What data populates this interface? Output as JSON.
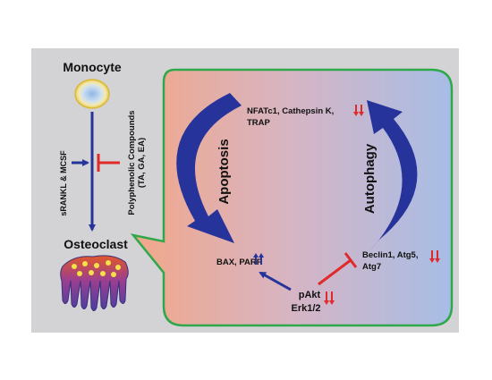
{
  "title_top": "Monocyte",
  "title_bottom": "Osteoclast",
  "stimulus": "sRANKL & MCSF",
  "inhibitor_line1": "Polyphenolic Compounds",
  "inhibitor_line2": "(TA, GA, EA)",
  "process_left": "Apoptosis",
  "process_right": "Autophagy",
  "nfatc1_line1": "NFATc1, Cathepsin K,",
  "nfatc1_line2": "TRAP",
  "bax": "BAX, PARP",
  "beclin_line1": "Beclin1, Atg5,",
  "beclin_line2": "Atg7",
  "pakt": "pAkt",
  "erk": "Erk1/2",
  "colors": {
    "panel_bg": "#d3d3d5",
    "bubble_border": "#2ea84a",
    "arrow_blue": "#26339a",
    "inhibit_red": "#e02a2a",
    "gradient_left": "#f2a78a",
    "gradient_right": "#a7bde6"
  },
  "regulation": {
    "nfatc1": "down",
    "bax": "up",
    "beclin": "down",
    "pakt_erk": "down"
  }
}
